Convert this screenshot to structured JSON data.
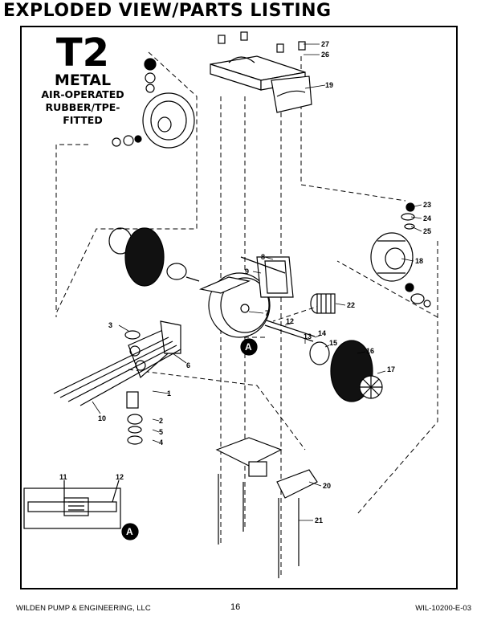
{
  "page_title": "EXPLODED VIEW/PARTS LISTING",
  "model": {
    "code": "T2",
    "line1": "METAL",
    "line2": "AIR-OPERATED",
    "line3": "RUBBER/TPE-",
    "line4": "FITTED"
  },
  "callouts": [
    "1",
    "2",
    "3",
    "4",
    "5",
    "6",
    "7",
    "8",
    "9",
    "10",
    "11",
    "12",
    "12",
    "13",
    "14",
    "15",
    "16",
    "17",
    "18",
    "19",
    "20",
    "21",
    "22",
    "23",
    "24",
    "25",
    "26",
    "27"
  ],
  "detail_marker": "A",
  "footer": {
    "company": "WILDEN PUMP & ENGINEERING, LLC",
    "page_number": "16",
    "document_code": "WIL-10200-E-03"
  }
}
